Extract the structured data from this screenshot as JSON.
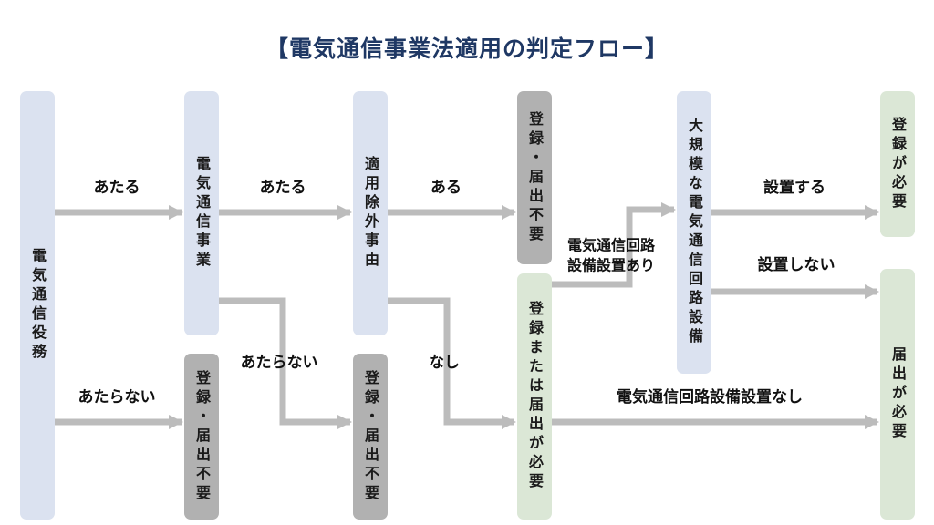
{
  "title": "【電気通信事業法適用の判定フロー】",
  "nodes": {
    "service": {
      "label": "電気通信役務",
      "type": "blue"
    },
    "business": {
      "label": "電気通信事業",
      "type": "blue"
    },
    "no_reg_1": {
      "label": "登録・届出不要",
      "type": "gray"
    },
    "exemption": {
      "label": "適用除外事由",
      "type": "blue"
    },
    "no_reg_2": {
      "label": "登録・届出不要",
      "type": "gray"
    },
    "no_reg_3": {
      "label": "登録・届出不要",
      "type": "gray"
    },
    "reg_or_notify": {
      "label": "登録または届出が必要",
      "type": "green"
    },
    "large_facility": {
      "label": "大規模な電気通信回路設備",
      "type": "blue"
    },
    "reg_required": {
      "label": "登録が必要",
      "type": "green"
    },
    "notify_required": {
      "label": "届出が必要",
      "type": "green"
    }
  },
  "edge_labels": {
    "applies_1": "あたる",
    "not_applies_1": "あたらない",
    "applies_2": "あたる",
    "not_applies_2": "あたらない",
    "exists": "ある",
    "none": "なし",
    "with_circuit": "電気通信回路設備設置あり",
    "without_circuit": "電気通信回路設備設置なし",
    "install": "設置する",
    "not_install": "設置しない"
  },
  "colors": {
    "blue_box": "#dbe2f0",
    "gray_box": "#b1b1b1",
    "green_box": "#dbe7d6",
    "arrow": "#bcbcbc",
    "title": "#1f3864",
    "label_text": "#111111"
  }
}
